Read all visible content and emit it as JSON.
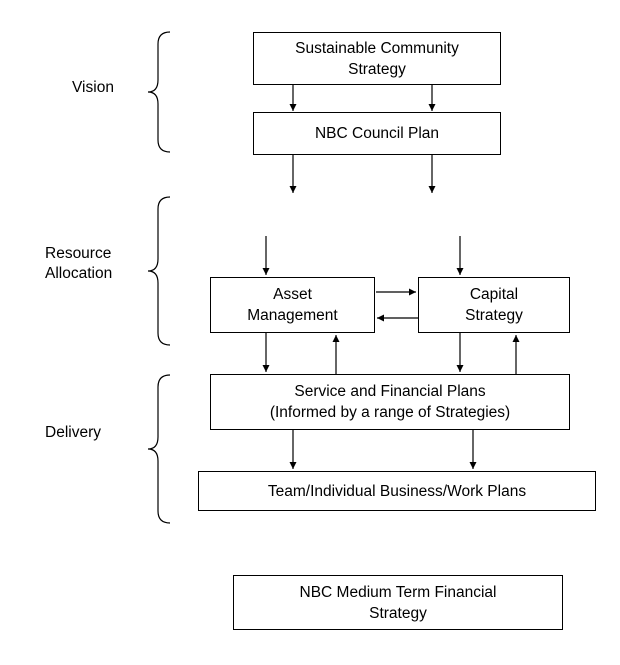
{
  "phases": {
    "vision": "Vision",
    "resource_allocation": "Resource\nAllocation",
    "delivery": "Delivery"
  },
  "boxes": {
    "sustainable_community_strategy": "Sustainable Community\nStrategy",
    "council_plan": "NBC Council  Plan",
    "asset_management": "Asset\nManagement",
    "capital_strategy": "Capital\nStrategy",
    "service_financial_plans": "Service and Financial Plans\n(Informed by a range of Strategies)",
    "team_plans": "Team/Individual Business/Work Plans",
    "medium_term_financial_strategy": "NBC Medium Term Financial\nStrategy"
  },
  "colors": {
    "line": "#000000",
    "box_border": "#000000",
    "background": "#ffffff"
  }
}
